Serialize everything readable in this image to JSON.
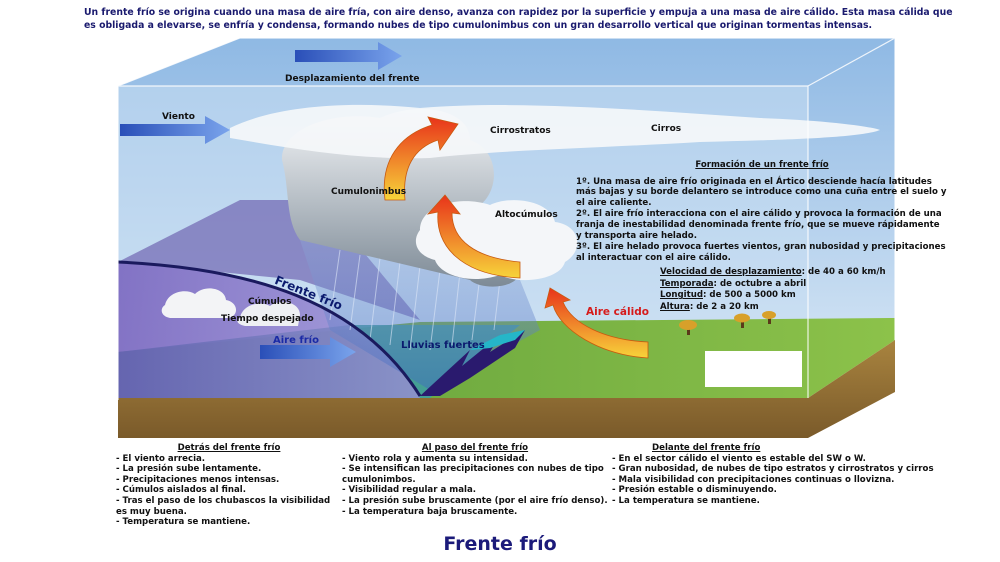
{
  "intro": "Un frente frío se origina cuando una masa de aire fría, con aire denso, avanza con rapidez por la superficie y empuja a una masa de aire cálido. Esta masa cálida que es obligada a elevarse, se enfría y condensa, formando nubes de tipo cumulonimbus con un gran desarrollo vertical que originan tormentas intensas.",
  "labels": {
    "desplazamiento": "Desplazamiento del frente",
    "viento": "Viento",
    "cirrostratos": "Cirrostratos",
    "cirros": "Cirros",
    "cumulonimbus": "Cumulonimbus",
    "altocumulos": "Altocúmulos",
    "frente_frio": "Frente frío",
    "cumulos": "Cúmulos",
    "tiempo_despejado": "Tiempo despejado",
    "aire_frio": "Aire frío",
    "lluvias_fuertes": "Lluvias fuertes",
    "aire_calido": "Aire cálido"
  },
  "formation": {
    "title": "Formación de un frente frío",
    "steps": [
      "1º.  Una masa de aire frío originada en el Ártico desciende hacía latitudes más bajas y su borde delantero se introduce como una cuña entre el  suelo y el aire caliente.",
      "2º. El aire frío interacciona con el aire cálido y provoca la formación de una franja de inestabilidad denominada frente frío, que se mueve rápidamente y transporta aire helado.",
      "3º. El aire helado provoca fuertes vientos, gran nubosidad y precipitaciones al interactuar con el aire cálido."
    ]
  },
  "facts": {
    "velocidad_label": "Velocidad de desplazamiento",
    "velocidad_value": ": de 40 a 60 km/h",
    "temporada_label": "Temporada",
    "temporada_value": ": de octubre a abril",
    "longitud_label": "Longitud",
    "longitud_value": ": de 500 a 5000 km",
    "altura_label": "Altura",
    "altura_value": ": de 2 a 20 km"
  },
  "columns": [
    {
      "heading": "Detrás del frente frío",
      "items": [
        "- El viento arrecia.",
        "- La presión sube lentamente.",
        "- Precipitaciones menos intensas.",
        "- Cúmulos aislados al final.",
        "- Tras el paso de los chubascos la visibilidad es muy buena.",
        "- Temperatura se mantiene."
      ]
    },
    {
      "heading": "Al paso del frente frío",
      "items": [
        "- Viento rola y aumenta su intensidad.",
        "- Se intensifican las precipitaciones con nubes de tipo cumulonimbos.",
        "- Visibilidad regular a mala.",
        "- La presión sube bruscamente (por el aire frío denso).",
        "- La temperatura baja bruscamente."
      ]
    },
    {
      "heading": "Delante del frente frío",
      "items": [
        "- En el sector cálido el viento es estable del SW o W.",
        "- Gran nubosidad, de nubes de tipo estratos y cirrostratos y cirros",
        "- Mala visibilidad con precipitaciones continuas o llovizna.",
        "- Presión estable o disminuyendo.",
        "- La temperatura se mantiene."
      ]
    }
  ],
  "title": "Frente frío",
  "colors": {
    "cold_air": "#6a4fb0",
    "warm_arrow": "#f28c1a",
    "front_line": "#1a1a5e",
    "sky": "#b7d3ee",
    "grass": "#7db642",
    "soil": "#9c7a3e"
  }
}
